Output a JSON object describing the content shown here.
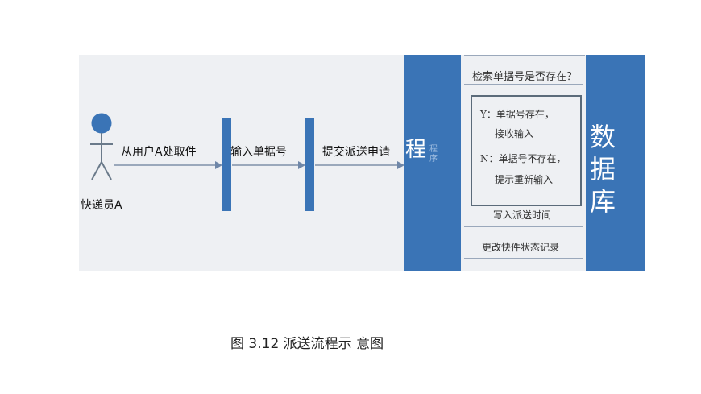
{
  "actor": {
    "label": "快递员A"
  },
  "messages": {
    "m1": "从用户A处取件",
    "m2": "输入单据号",
    "m3": "提交派送申请"
  },
  "process": {
    "label": "程",
    "faint": "程序"
  },
  "database": {
    "label": "数据库"
  },
  "steps": {
    "check": "检索单据号是否存在？",
    "yes_line1": "Y：单据号存在，",
    "yes_line2": "接收输入",
    "no_line1": "N：单据号不存在，",
    "no_line2": "提示重新输入",
    "write_time": "写入派送时间",
    "update": "更改快件状态记录"
  },
  "caption": "图 3.12 派送流程示 意图",
  "colors": {
    "lifeline": "#3a74b6",
    "panel": "#eef0f3",
    "arrow": "#9aa8bb"
  }
}
